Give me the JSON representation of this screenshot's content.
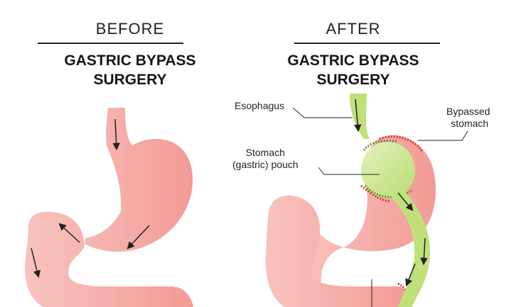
{
  "before": {
    "heading": "BEFORE",
    "title_line1": "GASTRIC BYPASS",
    "title_line2": "SURGERY"
  },
  "after": {
    "heading": "AFTER",
    "title_line1": "GASTRIC BYPASS",
    "title_line2": "SURGERY",
    "labels": {
      "esophagus": "Esophagus",
      "bypassed_line1": "Bypassed",
      "bypassed_line2": "stomach",
      "pouch_line1": "Stomach",
      "pouch_line2": "(gastric) pouch"
    }
  },
  "colors": {
    "stomach": "#f39a96",
    "stomach_light": "#f8c3bd",
    "pouch_green": "#bfe07a",
    "pouch_light": "#dff0b8",
    "staple_red": "#d9343a",
    "staple_green": "#5d8f2a"
  }
}
